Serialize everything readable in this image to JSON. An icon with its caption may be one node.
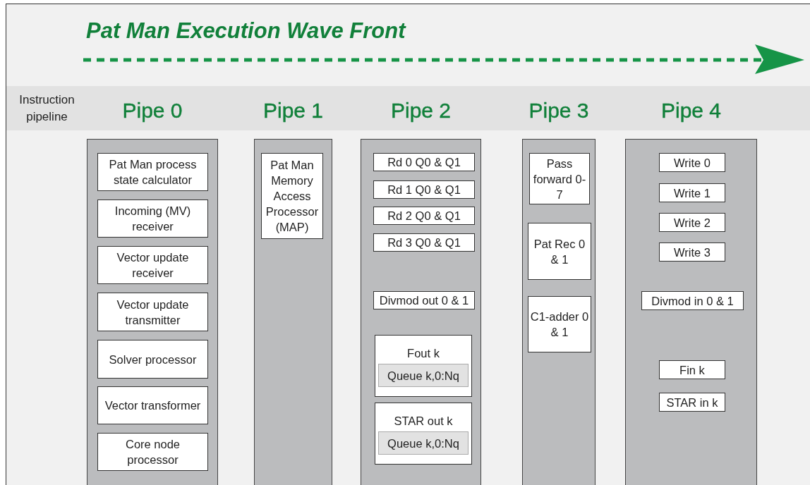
{
  "diagram": {
    "title": "Pat Man Execution Wave Front",
    "nodes": [
      {
        "text": [
          "Pipe 0"
        ]
      },
      {
        "text": [
          "Pat Man process state calculator"
        ],
        "in": 0
      },
      {
        "text": [
          "Incoming (MV) receiver"
        ],
        "in": 0
      },
      {
        "text": [
          "Vector update receiver"
        ],
        "in": 0
      },
      {
        "text": [
          "Vector update transmitter"
        ],
        "in": 0
      },
      {
        "text": [
          "Solver processor"
        ],
        "in": 0
      },
      {
        "text": [
          "Vector transformer"
        ],
        "in": 0
      },
      {
        "text": [
          "Core node processor"
        ],
        "in": 0
      },
      {
        "text": [
          "Pipe 1"
        ]
      },
      {
        "text": [
          "Pat Man Memory Access Processor (MAP)"
        ],
        "in": 8
      },
      {
        "text": [
          "Pipe 2"
        ]
      },
      {
        "text": [
          "Rd 0 Q0 & Q1"
        ],
        "in": 10
      },
      {
        "text": [
          "Rd 1 Q0 & Q1"
        ],
        "in": 10
      },
      {
        "text": [
          "Rd 2 Q0 & Q1"
        ],
        "in": 10
      },
      {
        "text": [
          "Rd 3 Q0 & Q1"
        ],
        "in": 10
      },
      {
        "text": [
          "Divmod out 0 & 1"
        ],
        "in": 10
      },
      {
        "text": [
          "Fout k"
        ],
        "in": 10
      },
      {
        "text": [
          "Queue k,0:Nq"
        ],
        "in": 16
      },
      {
        "text": [
          "STAR out k"
        ],
        "in": 10
      },
      {
        "text": [
          "Queue k,0:Nq"
        ],
        "in": 18
      },
      {
        "text": [
          "Pipe 3"
        ]
      },
      {
        "text": [
          "Pass forward 0-7"
        ],
        "in": 20
      },
      {
        "text": [
          "Pat Rec 0 & 1"
        ],
        "in": 20
      },
      {
        "text": [
          "C1-adder 0 & 1"
        ],
        "in": 20
      },
      {
        "text": [
          "Pipe 4"
        ]
      },
      {
        "text": [
          "Write 0"
        ],
        "in": 24
      },
      {
        "text": [
          "Write 1"
        ],
        "in": 24
      },
      {
        "text": [
          "Write 2"
        ],
        "in": 24
      },
      {
        "text": [
          "Write 3"
        ],
        "in": 24
      },
      {
        "text": [
          "Divmod in 0 & 1"
        ],
        "in": 24
      },
      {
        "text": [
          "Fin k"
        ],
        "in": 24
      },
      {
        "text": [
          "STAR in k"
        ],
        "in": 24
      }
    ],
    "edges": [],
    "labels": [
      "Instruction pipeline"
    ]
  }
}
